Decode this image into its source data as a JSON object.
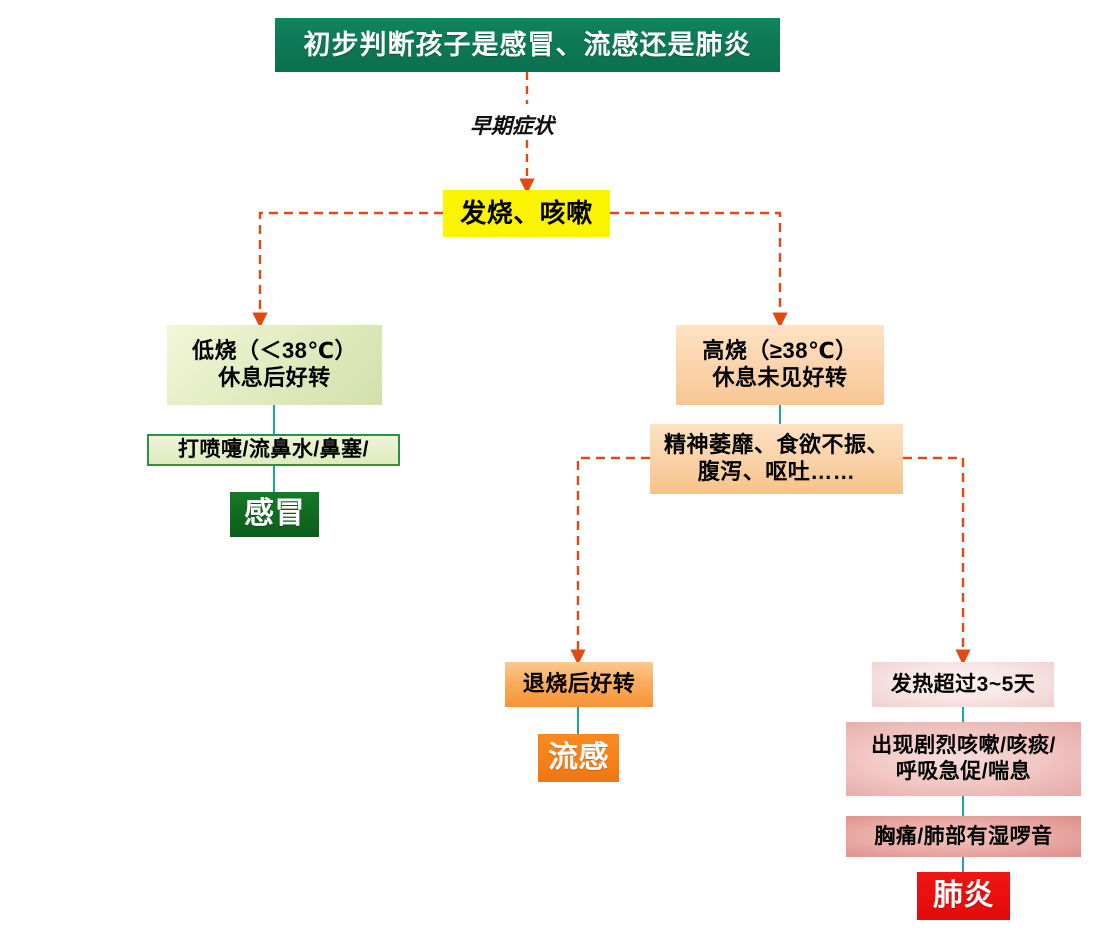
{
  "diagram": {
    "title": "初步判断孩子是感冒、流感还是肺炎",
    "edge_labels": {
      "early_symptoms": "早期症状"
    },
    "colors": {
      "title_green": "#0d7a56",
      "yellow": "#fbf400",
      "light_green": "#e3ecc2",
      "dark_green": "#0f6a1f",
      "peach": "#fbd3ab",
      "orange": "#f5801a",
      "pink_light": "#f8e7e6",
      "pink_mid": "#f1c6c3",
      "pink_deep": "#e9a8a3",
      "red": "#e90f0f",
      "dashed_connector": "#e24a12",
      "solid_connector": "#19a9a0"
    },
    "nodes": {
      "root": "初步判断孩子是感冒、流感还是肺炎",
      "symptom": "发烧、咳嗽",
      "low_fever": "低烧（＜38℃）\n休息后好转",
      "cold_signs": "打喷嚏/流鼻水/鼻塞/",
      "cold_result": "感冒",
      "high_fever": "高烧（≥38℃）\n休息未见好转",
      "systemic": "精神萎靡、食欲不振、\n腹泻、呕吐……",
      "flu_branch": "退烧后好转",
      "flu_result": "流感",
      "prolonged_fever": "发热超过3~5天",
      "resp_signs": "出现剧烈咳嗽/咳痰/\n呼吸急促/喘息",
      "chest_signs": "胸痛/肺部有湿啰音",
      "pneumonia_result": "肺炎"
    }
  }
}
